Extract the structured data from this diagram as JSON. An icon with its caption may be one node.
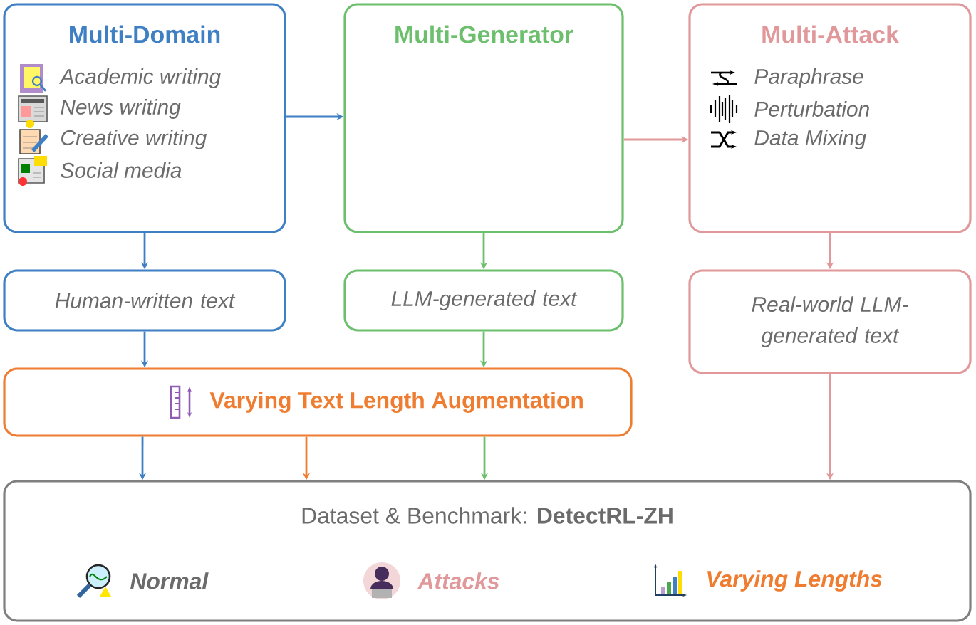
{
  "diagram": {
    "nodes": [
      {
        "text": [
          "Multi-Domain",
          "Academic writing",
          "News writing",
          "Creative writing",
          "Social media"
        ]
      },
      {
        "text": [
          "Multi-Generator"
        ]
      },
      {
        "text": [
          "Multi-Attack",
          "Paraphrase",
          "Perturbation",
          "Data Mixing"
        ]
      },
      {
        "text": [
          "Human-written text"
        ]
      },
      {
        "text": [
          "LLM-generated text"
        ]
      },
      {
        "text": [
          "Real-world LLM-generated text"
        ]
      },
      {
        "text": [
          "Varying Text Length Augmentation"
        ]
      },
      {
        "text": [
          "Dataset & Benchmark: **DetectRL-ZH**",
          "Normal",
          "Attacks",
          "Varying Lengths"
        ]
      }
    ],
    "edges": [
      {
        "from": 0,
        "to": 1,
        "arrow": "to",
        "color": "#3f7fc4"
      },
      {
        "from": 1,
        "to": 2,
        "arrow": "to",
        "color": "#e0989a"
      },
      {
        "from": 0,
        "to": 3,
        "arrow": "to",
        "color": "#3f7fc4"
      },
      {
        "from": 1,
        "to": 4,
        "arrow": "to",
        "color": "#6cbf6c"
      },
      {
        "from": 2,
        "to": 5,
        "arrow": "to",
        "color": "#e0989a"
      },
      {
        "from": 3,
        "to": 6,
        "arrow": "to",
        "color": "#3f7fc4"
      },
      {
        "from": 4,
        "to": 6,
        "arrow": "to",
        "color": "#6cbf6c"
      },
      {
        "from": 6,
        "to": 7,
        "arrow": "to",
        "color": "#3f7fc4"
      },
      {
        "from": 6,
        "to": 7,
        "arrow": "to",
        "color": "#ef7d31"
      },
      {
        "from": 6,
        "to": 7,
        "arrow": "to",
        "color": "#6cbf6c"
      },
      {
        "from": 5,
        "to": 7,
        "arrow": "to",
        "color": "#e0989a"
      }
    ]
  }
}
